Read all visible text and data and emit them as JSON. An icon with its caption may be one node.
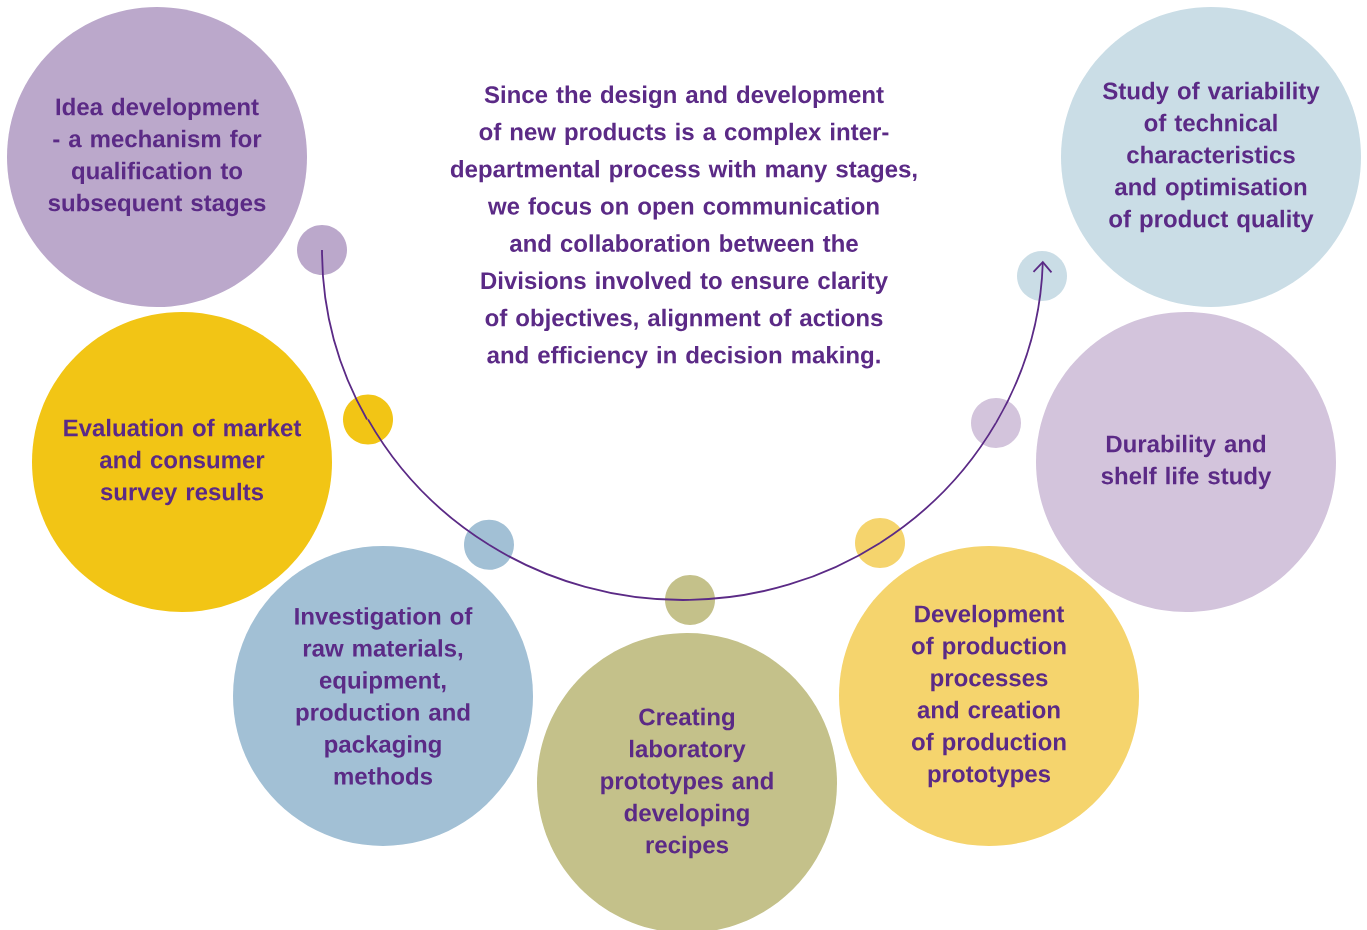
{
  "diagram": {
    "nodes": [
      {
        "text": [
          "Idea development - a mechanism for qualification to subsequent stages"
        ]
      },
      {
        "text": [
          "Evaluation of market and consumer survey results"
        ]
      },
      {
        "text": [
          "Investigation of raw materials, equipment, production and packaging methods"
        ]
      },
      {
        "text": [
          "Creating laboratory prototypes and developing recipes"
        ]
      },
      {
        "text": [
          "Development of production processes and creation of production prototypes"
        ]
      },
      {
        "text": [
          "Durability and shelf life study"
        ]
      },
      {
        "text": [
          "Study of variability of technical characteristics and optimisation of product quality"
        ]
      },
      {
        "text": [],
        "shape": "circle"
      },
      {
        "text": [],
        "shape": "circle"
      },
      {
        "text": [],
        "shape": "circle"
      },
      {
        "text": [],
        "shape": "circle"
      },
      {
        "text": [],
        "shape": "circle"
      },
      {
        "text": [],
        "shape": "circle"
      },
      {
        "text": [],
        "shape": "circle"
      }
    ],
    "edges": [
      {
        "from": 7,
        "to": 8,
        "arrow": "none"
      },
      {
        "from": 8,
        "to": 9,
        "arrow": "none"
      },
      {
        "from": 9,
        "to": 10,
        "arrow": "none"
      },
      {
        "from": 10,
        "to": 11,
        "arrow": "none"
      },
      {
        "from": 11,
        "to": 12,
        "arrow": "none"
      },
      {
        "from": 12,
        "to": 13,
        "arrow": "to"
      }
    ],
    "labels": [
      "Since the design and development of new products is a complex inter-departmental process with many stages, we focus on open communication and collaboration between the Divisions involved to ensure clarity of objectives, alignment of actions and efficiency in decision making."
    ]
  }
}
